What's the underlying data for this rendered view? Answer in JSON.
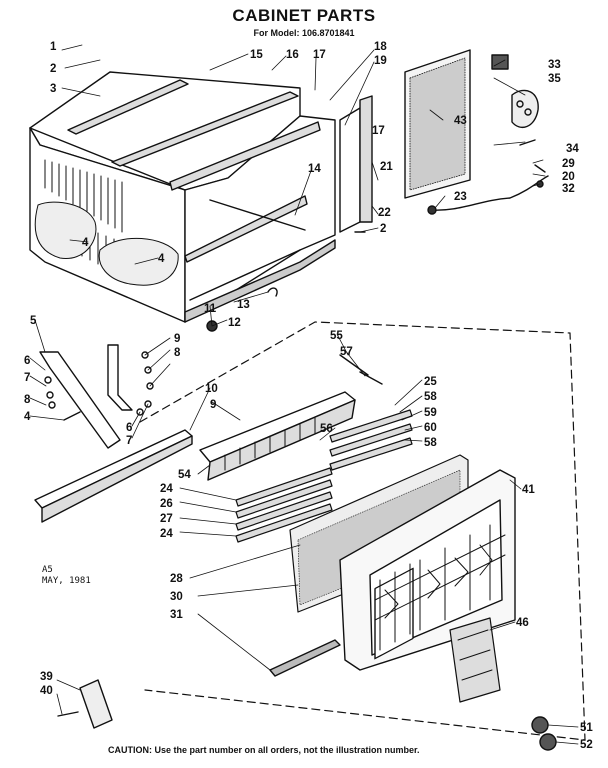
{
  "title": "CABINET PARTS",
  "model_line": "For Model: 106.8701841",
  "stamp": {
    "code": "A5",
    "date": "MAY, 1981"
  },
  "caution": "CAUTION: Use the part number on all orders, not the illustration number.",
  "callouts": [
    "1",
    "2",
    "3",
    "15",
    "16",
    "17",
    "18",
    "19",
    "33",
    "35",
    "17",
    "43",
    "34",
    "29",
    "20",
    "32",
    "21",
    "22",
    "23",
    "2",
    "14",
    "4",
    "4",
    "11",
    "12",
    "13",
    "5",
    "6",
    "7",
    "8",
    "4",
    "9",
    "8",
    "6",
    "7",
    "10",
    "9",
    "55",
    "57",
    "25",
    "58",
    "59",
    "60",
    "58",
    "56",
    "54",
    "24",
    "26",
    "27",
    "24",
    "41",
    "28",
    "30",
    "31",
    "46",
    "39",
    "40",
    "51",
    "52"
  ]
}
